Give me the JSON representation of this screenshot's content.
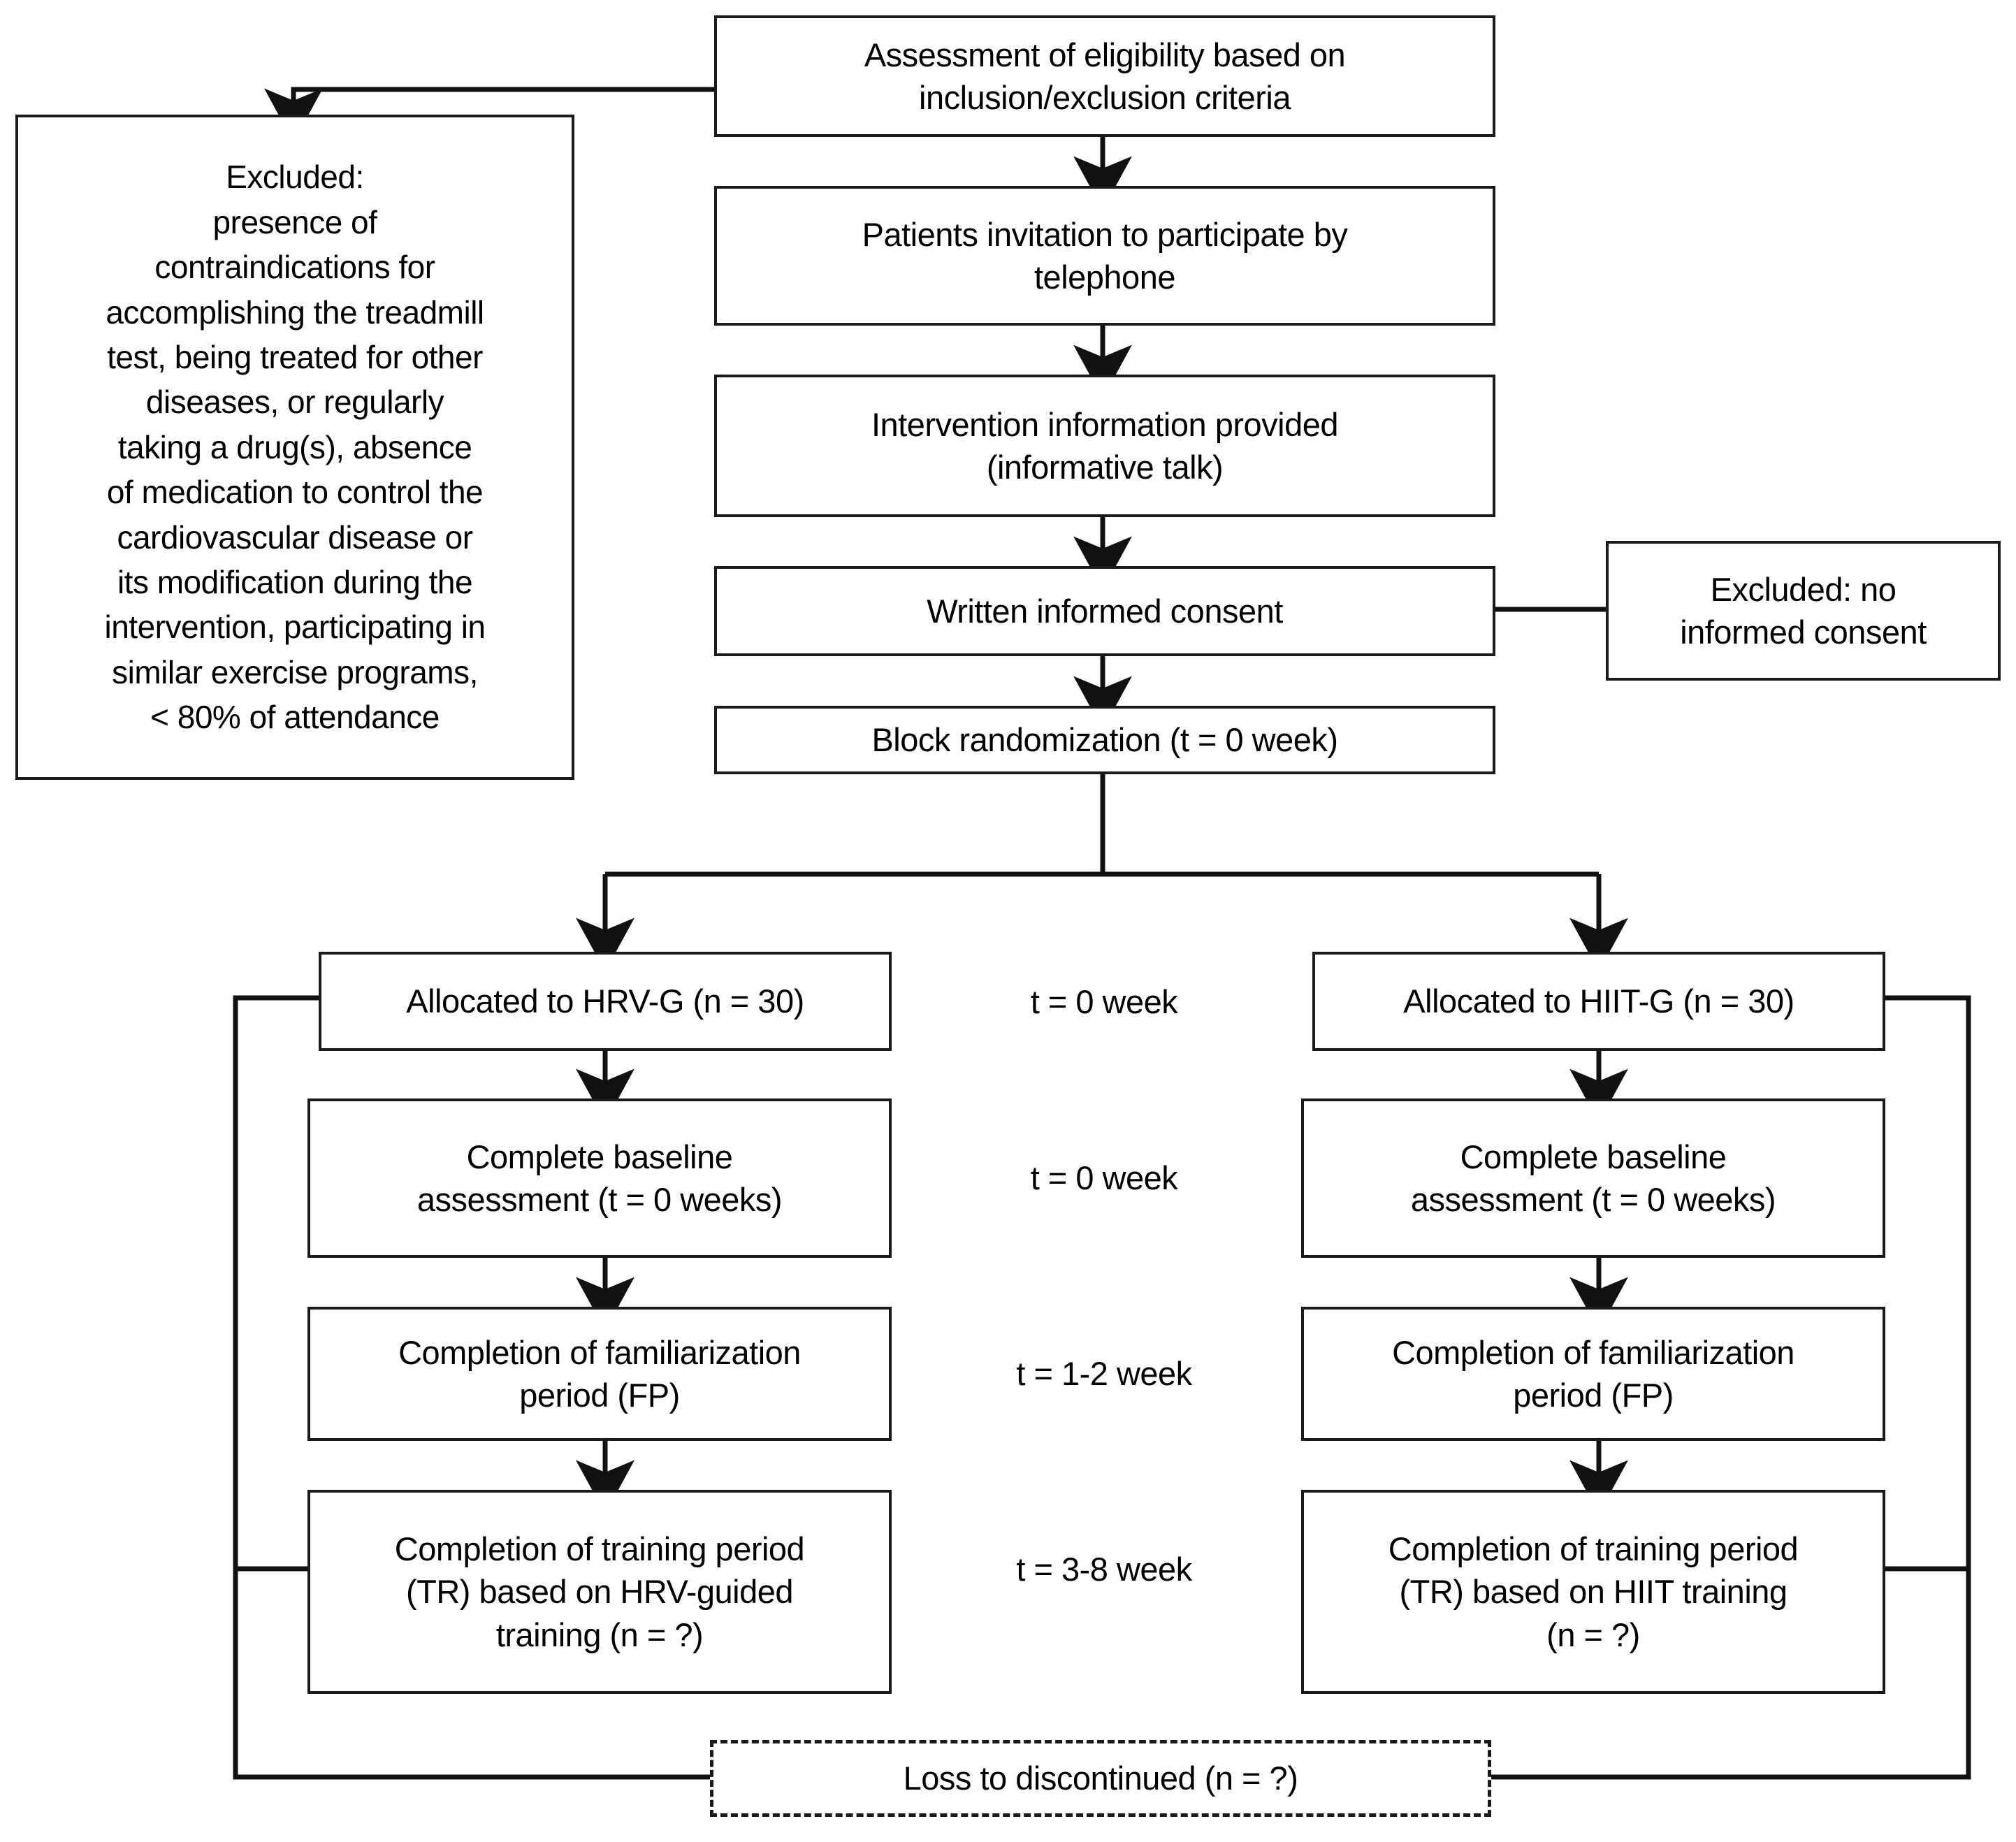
{
  "diagram": {
    "title": "Study flow diagram (CONSORT)",
    "type": "flowchart",
    "line_color": "#1a1a1a",
    "background": "#ffffff"
  },
  "nodes": {
    "eligibility": "Assessment of eligibility based on\ninclusion/exclusion criteria",
    "excluded_criteria": "Excluded:\npresence of\ncontraindications for\naccomplishing the treadmill\ntest, being treated for other\ndiseases, or regularly\ntaking a drug(s), absence\nof medication to control the\ncardiovascular disease or\nits modification during the\nintervention, participating in\nsimilar exercise programs,\n< 80% of attendance",
    "invitation": "Patients invitation to participate by\ntelephone",
    "intervention_info": "Intervention information provided\n(informative talk)",
    "consent": "Written informed consent",
    "excluded_consent": "Excluded: no\ninformed consent",
    "randomization": "Block randomization (t = 0 week)",
    "alloc_left": "Allocated to HRV-G (n = 30)",
    "alloc_right": "Allocated to HIIT-G (n = 30)",
    "baseline_left": "Complete baseline\nassessment (t = 0 weeks)",
    "baseline_right": "Complete baseline\nassessment (t = 0 weeks)",
    "familiarization_left": "Completion of familiarization\nperiod (FP)",
    "familiarization_right": "Completion of familiarization\nperiod (FP)",
    "training_left": "Completion of training period\n(TR) based on HRV-guided\ntraining (n = ?)",
    "training_right": "Completion of training period\n(TR) based on HIIT training\n(n = ?)",
    "loss": "Loss to discontinued (n = ?)"
  },
  "timeline": {
    "t0_alloc": "t = 0 week",
    "t0_baseline": "t = 0 week",
    "t12_familiarization": "t = 1-2 week",
    "t38_training": "t = 3-8 week"
  }
}
